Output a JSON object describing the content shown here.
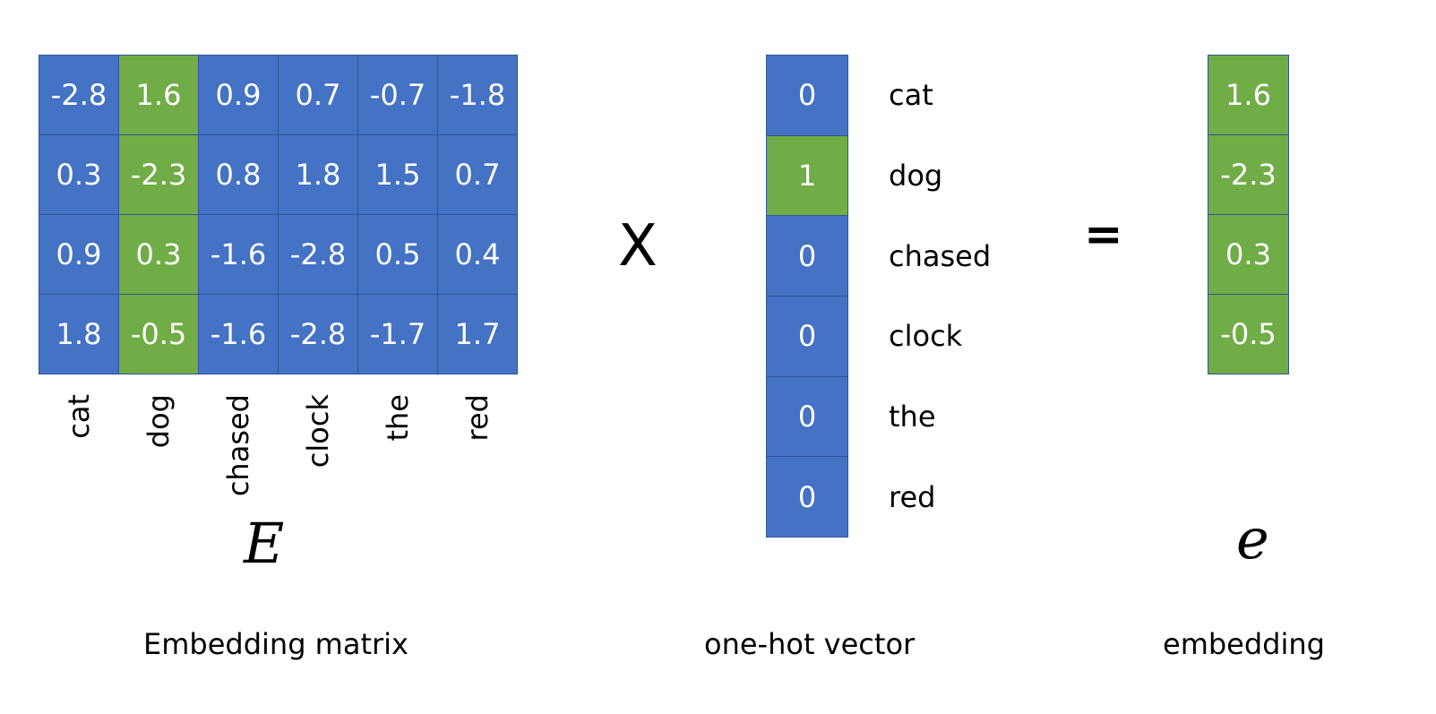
{
  "embedding_matrix": {
    "rows": [
      [
        "-2.8",
        "1.6",
        "0.9",
        "0.7",
        "-0.7",
        "-1.8"
      ],
      [
        "0.3",
        "-2.3",
        "0.8",
        "1.8",
        "1.5",
        "0.7"
      ],
      [
        "0.9",
        "0.3",
        "-1.6",
        "-2.8",
        "0.5",
        "0.4"
      ],
      [
        "1.8",
        "-0.5",
        "-1.6",
        "-2.8",
        "-1.7",
        "1.7"
      ]
    ],
    "highlight_column": 1,
    "column_labels": [
      "cat",
      "dog",
      "chased",
      "clock",
      "the",
      "red"
    ],
    "symbol": "E",
    "caption": "Embedding matrix"
  },
  "operators": {
    "times": "X",
    "equals": "="
  },
  "one_hot": {
    "values": [
      "0",
      "1",
      "0",
      "0",
      "0",
      "0"
    ],
    "highlight_index": 1,
    "labels": [
      "cat",
      "dog",
      "chased",
      "clock",
      "the",
      "red"
    ],
    "caption": "one-hot vector"
  },
  "embedding": {
    "values": [
      "1.6",
      "-2.3",
      "0.3",
      "-0.5"
    ],
    "symbol": "e",
    "caption": "embedding"
  },
  "colors": {
    "cell_blue": "#4472c4",
    "cell_green": "#70ad47",
    "cell_border": "#2f5597"
  }
}
